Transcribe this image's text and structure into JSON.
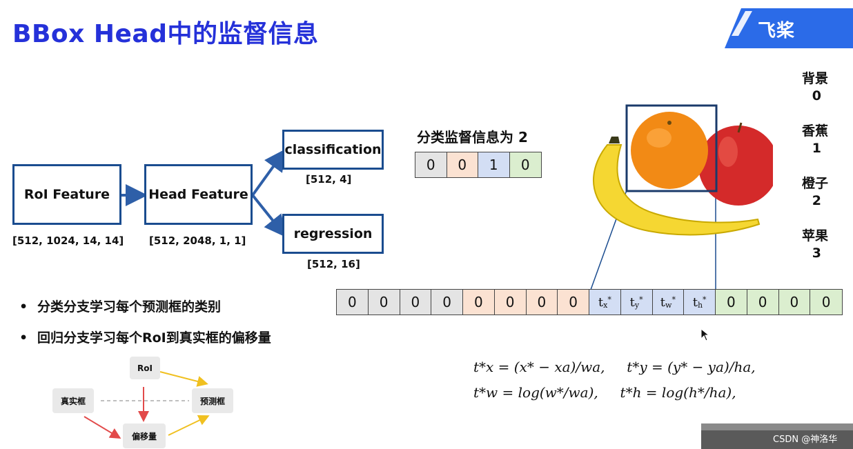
{
  "title": "BBox Head中的监督信息",
  "logo": {
    "text": "飞桨"
  },
  "pipeline": {
    "roi_feature": {
      "label": "RoI Feature",
      "shape": "[512, 1024, 14, 14]"
    },
    "head_feature": {
      "label": "Head Feature",
      "shape": "[512, 2048, 1, 1]"
    },
    "classification": {
      "label": "classification",
      "shape": "[512, 4]"
    },
    "regression": {
      "label": "regression",
      "shape": "[512, 16]"
    }
  },
  "classification_info": {
    "label": "分类监督信息为 2",
    "vector": [
      "0",
      "0",
      "1",
      "0"
    ],
    "colors": [
      "#e4e4e4",
      "#fbe2d2",
      "#d3def4",
      "#dbeecf"
    ]
  },
  "classes": [
    {
      "name": "背景",
      "id": "0"
    },
    {
      "name": "香蕉",
      "id": "1"
    },
    {
      "name": "橙子",
      "id": "2"
    },
    {
      "name": "苹果",
      "id": "3"
    }
  ],
  "regression_vector": {
    "group1": [
      "0",
      "0",
      "0",
      "0"
    ],
    "group2": [
      "0",
      "0",
      "0",
      "0"
    ],
    "group3": [
      {
        "base": "t",
        "sub": "x",
        "sup": "*"
      },
      {
        "base": "t",
        "sub": "y",
        "sup": "*"
      },
      {
        "base": "t",
        "sub": "w",
        "sup": "*"
      },
      {
        "base": "t",
        "sub": "h",
        "sup": "*"
      }
    ],
    "group4": [
      "0",
      "0",
      "0",
      "0"
    ]
  },
  "bullets": [
    "分类分支学习每个预测框的类别",
    "回归分支学习每个RoI到真实框的偏移量"
  ],
  "mini_diagram": {
    "roi": "RoI",
    "gt": "真实框",
    "pred": "预测框",
    "offset": "偏移量"
  },
  "formulas": {
    "line1a": "t*x = (x* − xa)/wa,",
    "line1b": "t*y = (y* − ya)/ha,",
    "line2a": "t*w = log(w*/wa),",
    "line2b": "t*h = log(h*/ha),"
  },
  "watermark": "CSDN @神洛华",
  "colors": {
    "title": "#2531d9",
    "box_border": "#1a4c8f",
    "arrow": "#2e5fa8",
    "gray": "#e4e4e4",
    "orange": "#fbe2d2",
    "blue": "#d3def4",
    "green": "#dbeecf"
  }
}
